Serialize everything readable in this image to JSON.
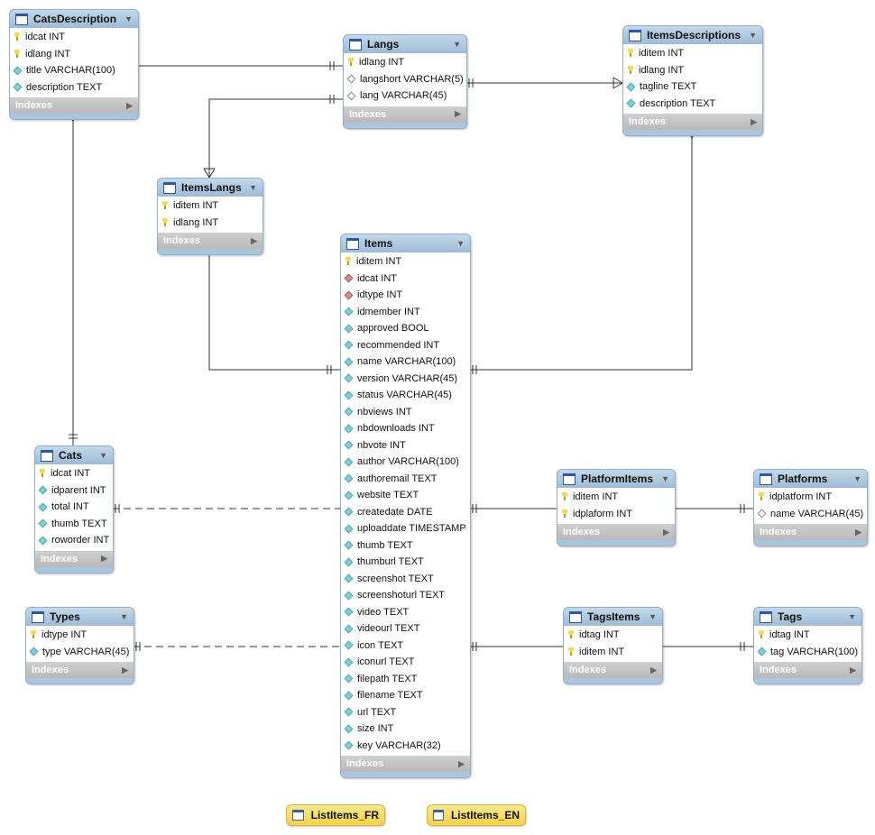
{
  "tables": {
    "catsdescription": {
      "name": "CatsDescription",
      "columns": [
        {
          "text": "idcat INT",
          "icon": "pk-key-icon"
        },
        {
          "text": "idlang INT",
          "icon": "pk-key-icon"
        },
        {
          "text": "title VARCHAR(100)",
          "icon": "not-null-diamond-icon"
        },
        {
          "text": "description TEXT",
          "icon": "not-null-diamond-icon"
        }
      ],
      "footer": "Indexes"
    },
    "langs": {
      "name": "Langs",
      "columns": [
        {
          "text": "idlang INT",
          "icon": "pk-key-icon"
        },
        {
          "text": "langshort VARCHAR(5)",
          "icon": "nullable-diamond-icon"
        },
        {
          "text": "lang VARCHAR(45)",
          "icon": "nullable-diamond-icon"
        }
      ],
      "footer": "Indexes"
    },
    "itemsdescriptions": {
      "name": "ItemsDescriptions",
      "columns": [
        {
          "text": "iditem INT",
          "icon": "pk-key-icon"
        },
        {
          "text": "idlang INT",
          "icon": "pk-key-icon"
        },
        {
          "text": "tagline TEXT",
          "icon": "not-null-diamond-icon"
        },
        {
          "text": "description TEXT",
          "icon": "not-null-diamond-icon"
        }
      ],
      "footer": "Indexes"
    },
    "itemslangs": {
      "name": "ItemsLangs",
      "columns": [
        {
          "text": "iditem INT",
          "icon": "pk-key-icon"
        },
        {
          "text": "idlang INT",
          "icon": "pk-key-icon"
        }
      ],
      "footer": "Indexes"
    },
    "items": {
      "name": "Items",
      "columns": [
        {
          "text": "iditem INT",
          "icon": "pk-key-icon"
        },
        {
          "text": "idcat INT",
          "icon": "fk-diamond-icon"
        },
        {
          "text": "idtype INT",
          "icon": "fk-diamond-icon"
        },
        {
          "text": "idmember INT",
          "icon": "not-null-diamond-icon"
        },
        {
          "text": "approved BOOL",
          "icon": "not-null-diamond-icon"
        },
        {
          "text": "recommended INT",
          "icon": "not-null-diamond-icon"
        },
        {
          "text": "name VARCHAR(100)",
          "icon": "not-null-diamond-icon"
        },
        {
          "text": "version VARCHAR(45)",
          "icon": "not-null-diamond-icon"
        },
        {
          "text": "status VARCHAR(45)",
          "icon": "not-null-diamond-icon"
        },
        {
          "text": "nbviews INT",
          "icon": "not-null-diamond-icon"
        },
        {
          "text": "nbdownloads INT",
          "icon": "not-null-diamond-icon"
        },
        {
          "text": "nbvote INT",
          "icon": "not-null-diamond-icon"
        },
        {
          "text": "author VARCHAR(100)",
          "icon": "not-null-diamond-icon"
        },
        {
          "text": "authoremail TEXT",
          "icon": "not-null-diamond-icon"
        },
        {
          "text": "website TEXT",
          "icon": "not-null-diamond-icon"
        },
        {
          "text": "createdate DATE",
          "icon": "not-null-diamond-icon"
        },
        {
          "text": "uploaddate TIMESTAMP",
          "icon": "not-null-diamond-icon"
        },
        {
          "text": "thumb TEXT",
          "icon": "not-null-diamond-icon"
        },
        {
          "text": "thumburl TEXT",
          "icon": "not-null-diamond-icon"
        },
        {
          "text": "screenshot TEXT",
          "icon": "not-null-diamond-icon"
        },
        {
          "text": "screenshoturl TEXT",
          "icon": "not-null-diamond-icon"
        },
        {
          "text": "video TEXT",
          "icon": "not-null-diamond-icon"
        },
        {
          "text": "videourl TEXT",
          "icon": "not-null-diamond-icon"
        },
        {
          "text": "icon TEXT",
          "icon": "not-null-diamond-icon"
        },
        {
          "text": "iconurl TEXT",
          "icon": "not-null-diamond-icon"
        },
        {
          "text": "filepath TEXT",
          "icon": "not-null-diamond-icon"
        },
        {
          "text": "filename TEXT",
          "icon": "not-null-diamond-icon"
        },
        {
          "text": "url TEXT",
          "icon": "not-null-diamond-icon"
        },
        {
          "text": "size INT",
          "icon": "not-null-diamond-icon"
        },
        {
          "text": "key VARCHAR(32)",
          "icon": "not-null-diamond-icon"
        }
      ],
      "footer": "Indexes"
    },
    "cats": {
      "name": "Cats",
      "columns": [
        {
          "text": "idcat INT",
          "icon": "pk-key-icon"
        },
        {
          "text": "idparent INT",
          "icon": "not-null-diamond-icon"
        },
        {
          "text": "total INT",
          "icon": "not-null-diamond-icon"
        },
        {
          "text": "thumb TEXT",
          "icon": "not-null-diamond-icon"
        },
        {
          "text": "roworder INT",
          "icon": "not-null-diamond-icon"
        }
      ],
      "footer": "Indexes"
    },
    "platformitems": {
      "name": "PlatformItems",
      "columns": [
        {
          "text": "iditem INT",
          "icon": "pk-key-icon"
        },
        {
          "text": "idplaform INT",
          "icon": "pk-key-icon"
        }
      ],
      "footer": "Indexes"
    },
    "platforms": {
      "name": "Platforms",
      "columns": [
        {
          "text": "idplatform INT",
          "icon": "pk-key-icon"
        },
        {
          "text": "name VARCHAR(45)",
          "icon": "nullable-diamond-icon"
        }
      ],
      "footer": "Indexes"
    },
    "types": {
      "name": "Types",
      "columns": [
        {
          "text": "idtype INT",
          "icon": "pk-key-icon"
        },
        {
          "text": "type VARCHAR(45)",
          "icon": "not-null-diamond-icon"
        }
      ],
      "footer": "Indexes"
    },
    "tagsitems": {
      "name": "TagsItems",
      "columns": [
        {
          "text": "idtag INT",
          "icon": "pk-key-icon"
        },
        {
          "text": "iditem INT",
          "icon": "pk-key-icon"
        }
      ],
      "footer": "Indexes"
    },
    "tags": {
      "name": "Tags",
      "columns": [
        {
          "text": "idtag INT",
          "icon": "pk-key-icon"
        },
        {
          "text": "tag VARCHAR(100)",
          "icon": "not-null-diamond-icon"
        }
      ],
      "footer": "Indexes"
    }
  },
  "views": {
    "listitems_fr": {
      "name": "ListItems_FR"
    },
    "listitems_en": {
      "name": "ListItems_EN"
    }
  },
  "colors": {
    "table_header": "#a9c6de",
    "table_border": "#8fb0cc",
    "indexes_bar": "#c4c4c4",
    "view_fill": "#f3d24a",
    "connector": "#333333"
  }
}
